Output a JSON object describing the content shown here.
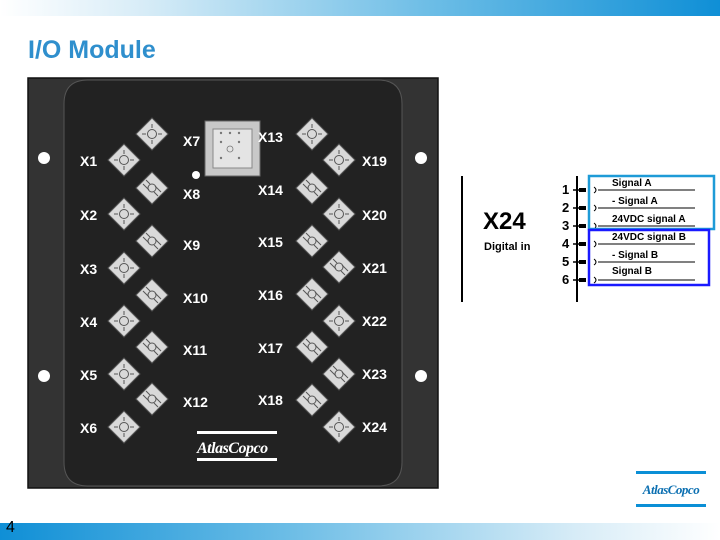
{
  "slide": {
    "title": "I/O Module",
    "page_number": "4"
  },
  "module": {
    "left_labels": [
      "X1",
      "X2",
      "X3",
      "X4",
      "X5",
      "X6"
    ],
    "inner_left_labels": [
      "X7",
      "X8",
      "X9",
      "X10",
      "X11",
      "X12"
    ],
    "inner_right_labels": [
      "X13",
      "X14",
      "X15",
      "X16",
      "X17",
      "X18"
    ],
    "right_labels": [
      "X19",
      "X20",
      "X21",
      "X22",
      "X23",
      "X24"
    ],
    "brand": "AtlasCopco"
  },
  "x24_detail": {
    "title": "X24",
    "subtitle": "Digital in",
    "pins": [
      "1",
      "2",
      "3",
      "4",
      "5",
      "6"
    ],
    "signals": [
      "Signal A",
      "- Signal A",
      "24VDC signal A",
      "24VDC signal B",
      "- Signal B",
      "Signal B"
    ],
    "group_colors": {
      "a": "#1e9bd7",
      "b": "#1a1aff"
    }
  },
  "logo": {
    "text": "AtlasCopco"
  }
}
